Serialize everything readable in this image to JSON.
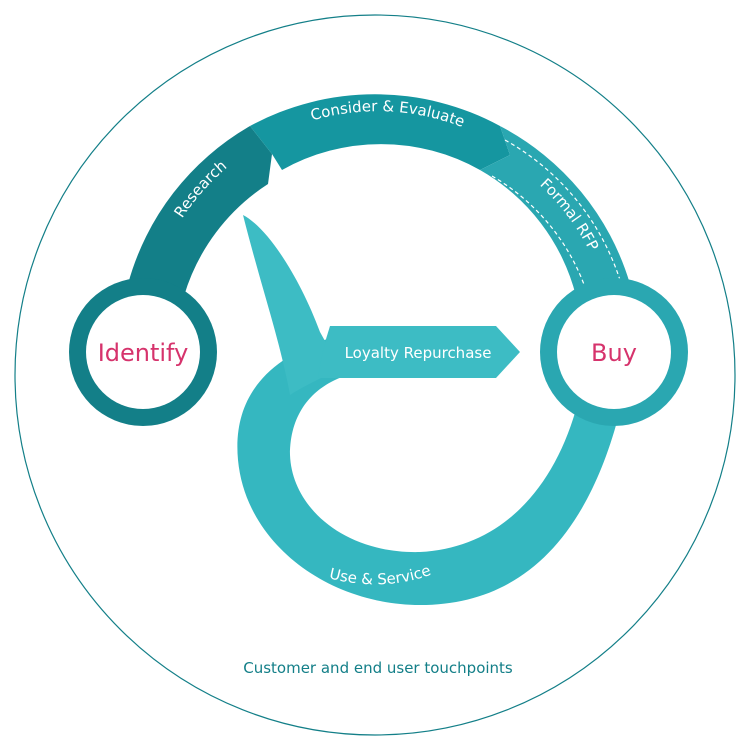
{
  "colors": {
    "dark_teal": "#137f88",
    "mid_teal": "#1596a0",
    "light_teal": "#3dbcc4",
    "accent_text": "#d6336c",
    "white": "#ffffff"
  },
  "nodes": {
    "identify": "Identify",
    "buy": "Buy"
  },
  "stages": {
    "research": "Research",
    "consider": "Consider & Evaluate",
    "formal_rfp": "Formal RFP",
    "loyalty": "Loyalty Repurchase",
    "use_service": "Use & Service"
  },
  "caption": "Customer and end user touchpoints"
}
